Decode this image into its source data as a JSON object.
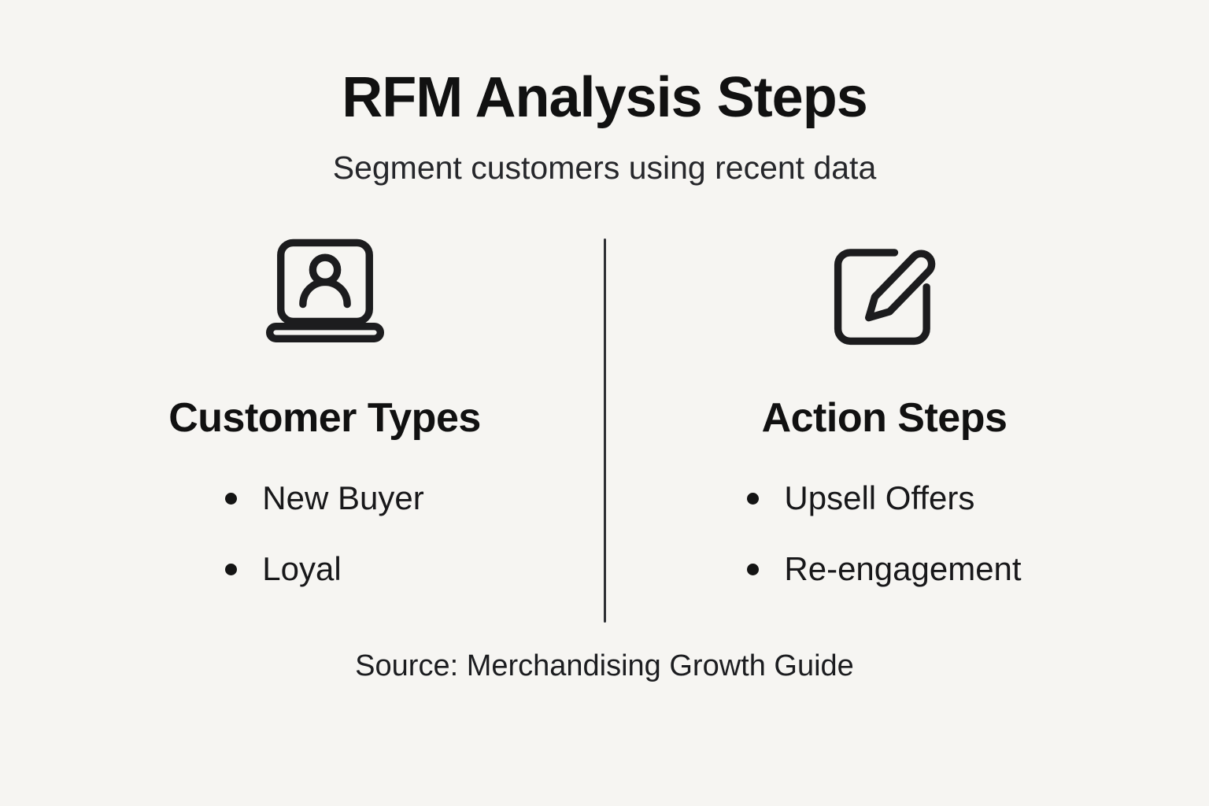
{
  "title": "RFM Analysis Steps",
  "subtitle": "Segment customers using recent data",
  "columns": [
    {
      "icon": "person-on-laptop-icon",
      "heading": "Customer Types",
      "items": [
        "New Buyer",
        "Loyal"
      ]
    },
    {
      "icon": "edit-pencil-icon",
      "heading": "Action Steps",
      "items": [
        "Upsell Offers",
        "Re-engagement"
      ]
    }
  ],
  "footer": "Source: Merchandising Growth Guide",
  "colors": {
    "background": "#f6f5f2",
    "text": "#141414",
    "divider": "#2e3034"
  }
}
